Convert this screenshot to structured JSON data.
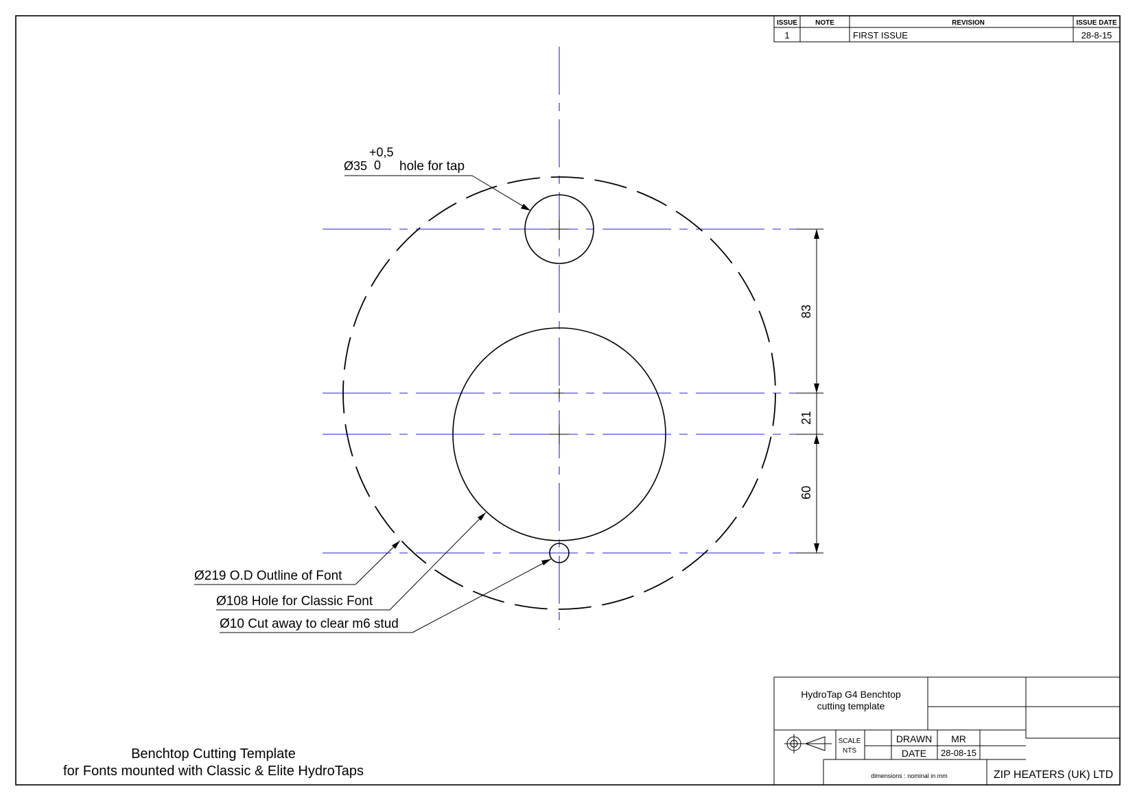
{
  "revision_table": {
    "headers": {
      "issue": "ISSUE",
      "note": "NOTE",
      "revision": "REVISION",
      "issue_date": "ISSUE DATE"
    },
    "rows": [
      {
        "issue": "1",
        "note": "",
        "revision": "FIRST ISSUE",
        "issue_date": "28-8-15"
      }
    ]
  },
  "callouts": {
    "tap_hole": {
      "diameter": "Ø35",
      "tol_upper": "+0,5",
      "tol_lower": "0",
      "text": "hole for tap"
    },
    "od_outline": "Ø219 O.D Outline of Font",
    "classic_hole": "Ø108 Hole for Classic  Font",
    "stud_cutaway": "Ø10  Cut away to clear m6 stud"
  },
  "dimensions": {
    "upper": "83",
    "middle": "21",
    "lower": "60"
  },
  "drawing_title": {
    "line1": "Benchtop Cutting Template",
    "line2": "for Fonts mounted with  Classic & Elite  HydroTaps"
  },
  "title_block": {
    "name_line1": "HydroTap G4 Benchtop",
    "name_line2": "cutting template",
    "scale_label": "SCALE",
    "scale_value": "NTS",
    "drawn_label": "DRAWN",
    "drawn_value": "MR",
    "date_label": "DATE",
    "date_value": "28-08-15",
    "dimensions_note": "dimensions : nominal  in mm",
    "company": "ZIP HEATERS (UK) LTD"
  },
  "colors": {
    "centerline": "#2222cc",
    "linework": "#000000"
  }
}
